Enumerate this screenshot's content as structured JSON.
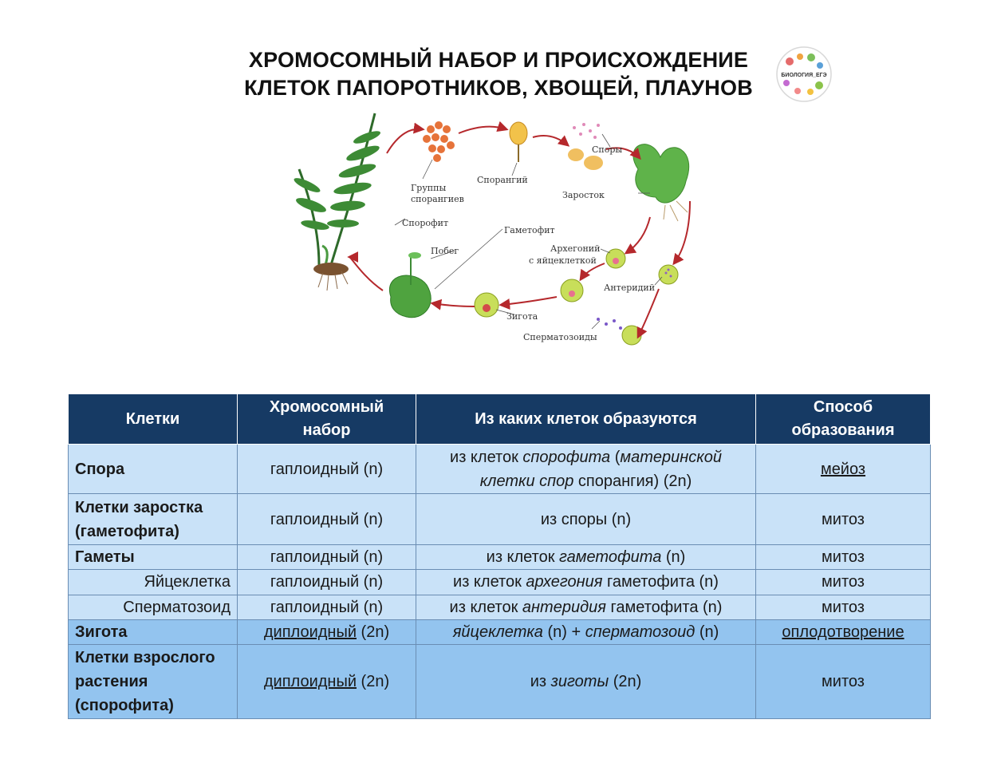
{
  "title": {
    "line1": "ХРОМОСОМНЫЙ НАБОР И ПРОИСХОЖДЕНИЕ",
    "line2": "КЛЕТОК ПАПОРОТНИКОВ, ХВОЩЕЙ, ПЛАУНОВ"
  },
  "logo": {
    "text": "БИОЛОГИЯ_ЕГЭ"
  },
  "diagram": {
    "labels": {
      "groups": "Группы",
      "sporangia": "спорангиев",
      "sporangium": "Спорангий",
      "spores": "Споры",
      "prothallus": "Заросток",
      "sporophyte": "Спорофит",
      "gametophyte": "Гаметофит",
      "shoot": "Побег",
      "archegonium": "Архегоний",
      "with_egg": "с яйцеклеткой",
      "antheridium": "Антеридий",
      "zygote": "Зигота",
      "sperm": "Сперматозоиды"
    }
  },
  "table": {
    "headers": {
      "cells": "Клетки",
      "chromosome_set_l1": "Хромосомный",
      "chromosome_set_l2": "набор",
      "origin": "Из каких клеток образуются",
      "method_l1": "Способ",
      "method_l2": "образования"
    },
    "rows": {
      "spore": {
        "cell": "Спора",
        "set": "гаплоидный (n)",
        "o1": "из клеток ",
        "o2": "спорофита",
        "o3": " (",
        "o4": "материнской",
        "o5": "клетки спор",
        "o6": " спорангия) (2n)",
        "method": "мейоз"
      },
      "prothallus": {
        "cell_l1": "Клетки заростка",
        "cell_l2": "(гаметофита)",
        "set": "гаплоидный (n)",
        "origin": "из споры (n)",
        "method": "митоз"
      },
      "gametes": {
        "cell": "Гаметы",
        "set": "гаплоидный (n)",
        "o1": "из клеток ",
        "o2": "гаметофита",
        "o3": " (n)",
        "method": "митоз"
      },
      "egg": {
        "cell": "Яйцеклетка",
        "set": "гаплоидный (n)",
        "o1": "из клеток ",
        "o2": "архегония",
        "o3": " гаметофита (n)",
        "method": "митоз"
      },
      "sperm": {
        "cell": "Сперматозоид",
        "set": "гаплоидный (n)",
        "o1": "из клеток ",
        "o2": "антеридия",
        "o3": " гаметофита (n)",
        "method": "митоз"
      },
      "zygote": {
        "cell": "Зигота",
        "set_u": "диплоидный",
        "set_rest": " (2n)",
        "o1": "яйцеклетка",
        "o2": " (n) + ",
        "o3": "сперматозоид",
        "o4": " (n)",
        "method": "оплодотворение"
      },
      "adult": {
        "cell_l1": "Клетки взрослого",
        "cell_l2": "растения",
        "cell_l3": "(спорофита)",
        "set_u": "диплоидный",
        "set_rest": " (2n)",
        "o1": "из ",
        "o2": "зиготы",
        "o3": " (2n)",
        "method": "митоз"
      }
    }
  }
}
